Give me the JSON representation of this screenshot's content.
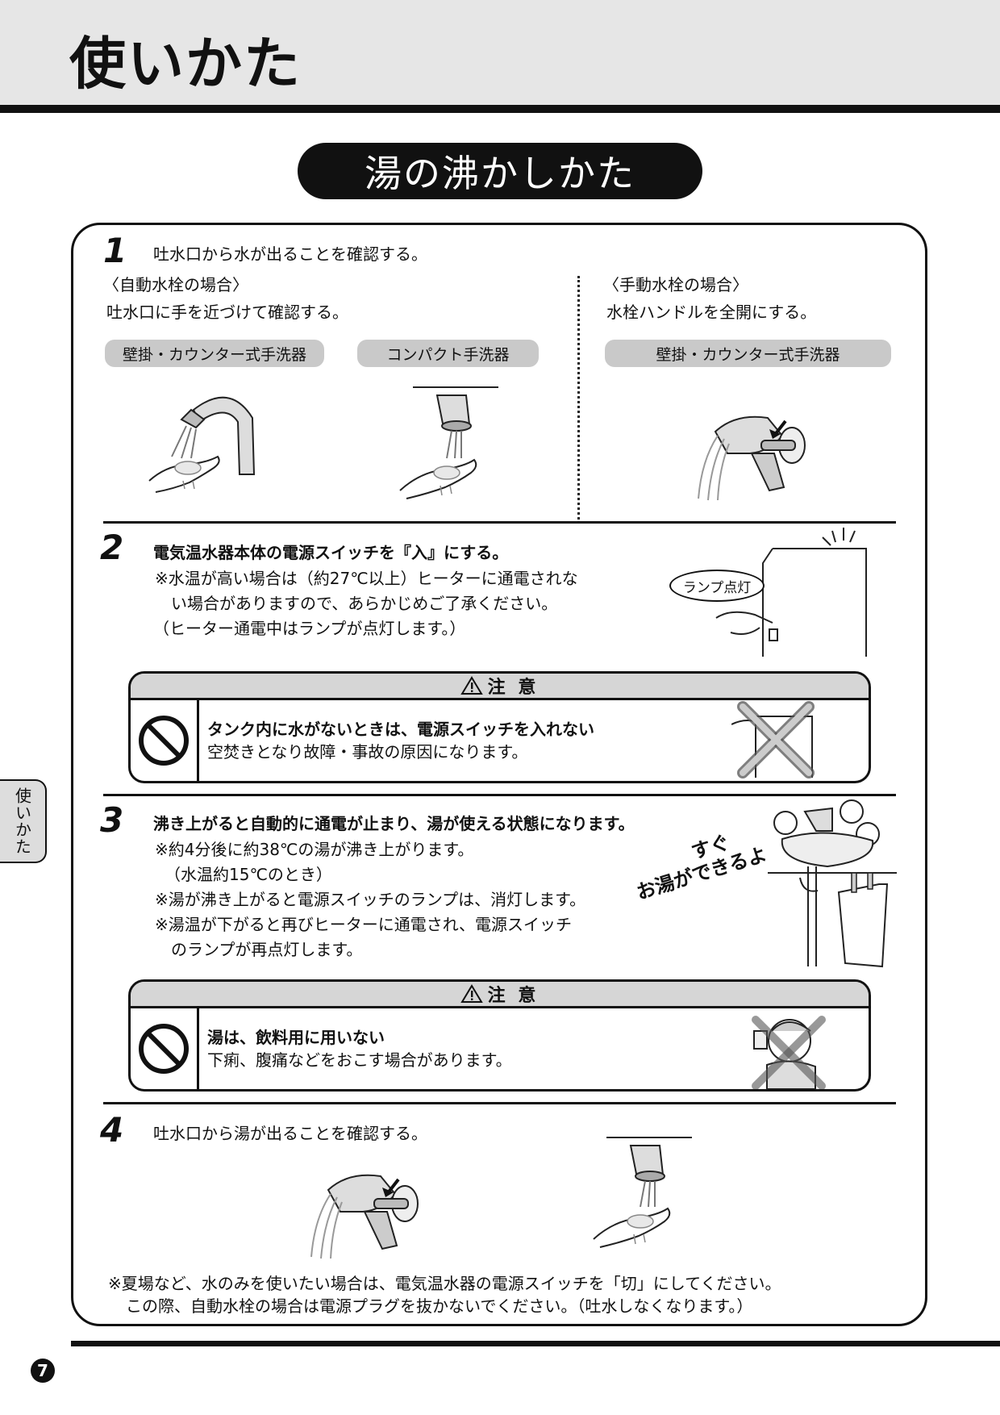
{
  "header": {
    "title": "使いかた"
  },
  "section": {
    "title": "湯の沸かしかた"
  },
  "side_tab": {
    "label": "使いかた"
  },
  "page_number": "7",
  "step1": {
    "number": "1",
    "title": "吐水口から水が出ることを確認する。",
    "auto": {
      "heading": "〈自動水栓の場合〉",
      "text": "吐水口に手を近づけて確認する。",
      "tags": [
        "壁掛・カウンター式手洗器",
        "コンパクト手洗器"
      ]
    },
    "manual": {
      "heading": "〈手動水栓の場合〉",
      "text": "水栓ハンドルを全開にする。",
      "tags": [
        "壁掛・カウンター式手洗器"
      ]
    }
  },
  "step2": {
    "number": "2",
    "title": "電気温水器本体の電源スイッチを『入』にする。",
    "note1": "※水温が高い場合は（約27℃以上）ヒーターに通電されな",
    "note2": "い場合がありますので、あらかじめご了承ください。",
    "note3": "（ヒーター通電中はランプが点灯します。）",
    "callout": "ランプ点灯"
  },
  "caution1": {
    "title": "注 意",
    "line1": "タンク内に水がないときは、電源スイッチを入れない",
    "line2": "空焚きとなり故障・事故の原因になります。"
  },
  "step3": {
    "number": "3",
    "title": "沸き上がると自動的に通電が止まり、湯が使える状態になります。",
    "notes": [
      "※約4分後に約38℃の湯が沸き上がります。",
      "（水温約15℃のとき）",
      "※湯が沸き上がると電源スイッチのランプは、消灯します。",
      "※湯温が下がると再びヒーターに通電され、電源スイッチ",
      "のランプが再点灯します。"
    ],
    "slogan1": "すぐ",
    "slogan2": "お湯ができるよ"
  },
  "caution2": {
    "title": "注 意",
    "line1": "湯は、飲料用に用いない",
    "line2": "下痢、腹痛などをおこす場合があります。"
  },
  "step4": {
    "number": "4",
    "title": "吐水口から湯が出ることを確認する。"
  },
  "footer_note": {
    "line1": "※夏場など、水のみを使いたい場合は、電気温水器の電源スイッチを「切」にしてください。",
    "line2": "この際、自動水栓の場合は電源プラグを抜かないでください。（吐水しなくなります。）"
  }
}
